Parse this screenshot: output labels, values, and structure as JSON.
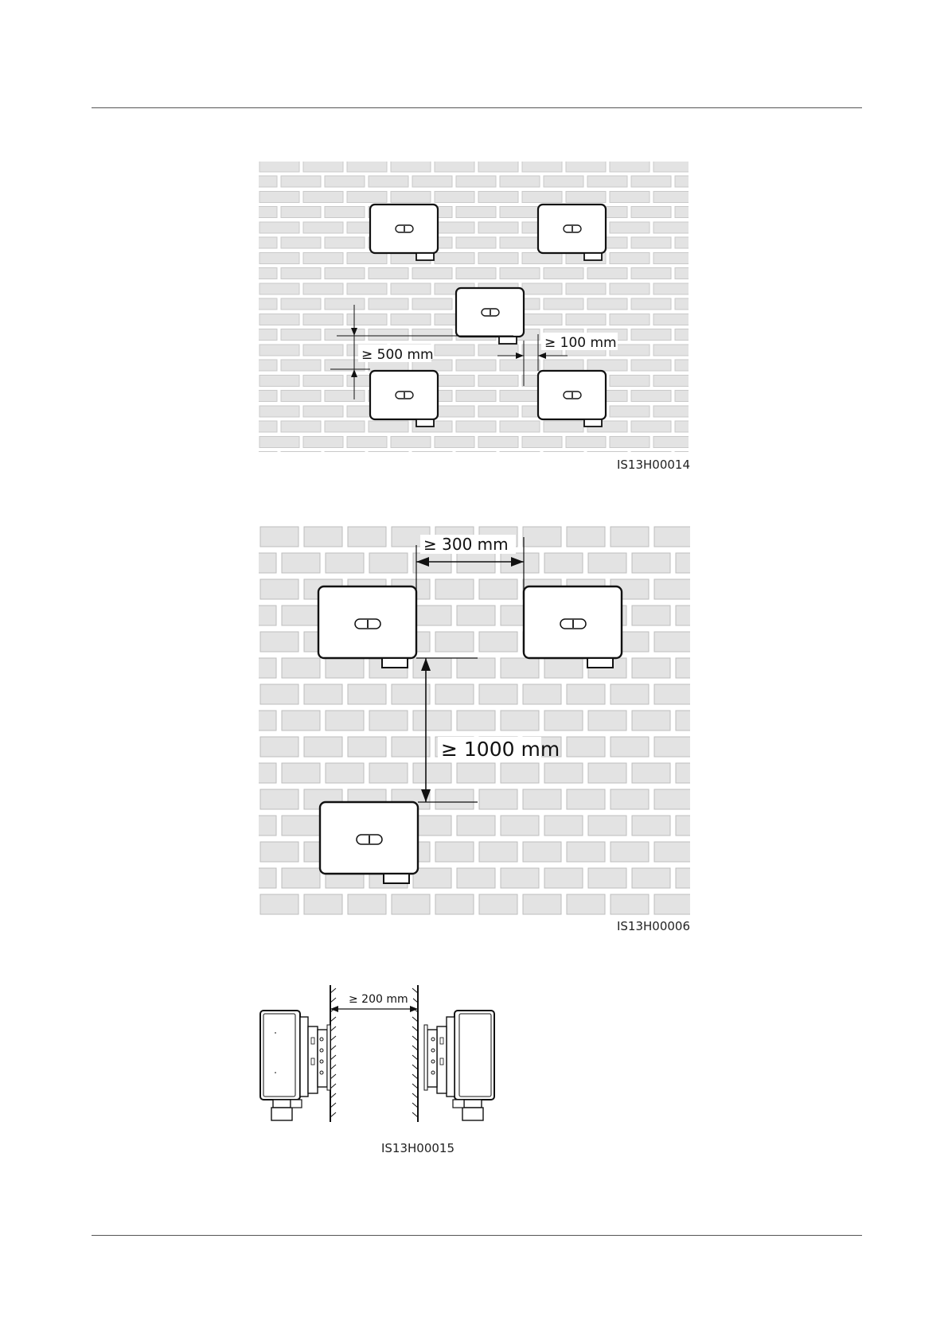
{
  "figures": [
    {
      "id": "fig1",
      "code": "IS13H00014",
      "labels": {
        "vertical_spacing": "≥ 500 mm",
        "horizontal_spacing": "≥ 100 mm"
      }
    },
    {
      "id": "fig2",
      "code": "IS13H00006",
      "labels": {
        "horizontal_spacing": "≥ 300 mm",
        "vertical_spacing": "≥ 1000 mm"
      }
    },
    {
      "id": "fig3",
      "code": "IS13H00015",
      "labels": {
        "back_to_back_spacing": "≥ 200 mm"
      }
    }
  ]
}
